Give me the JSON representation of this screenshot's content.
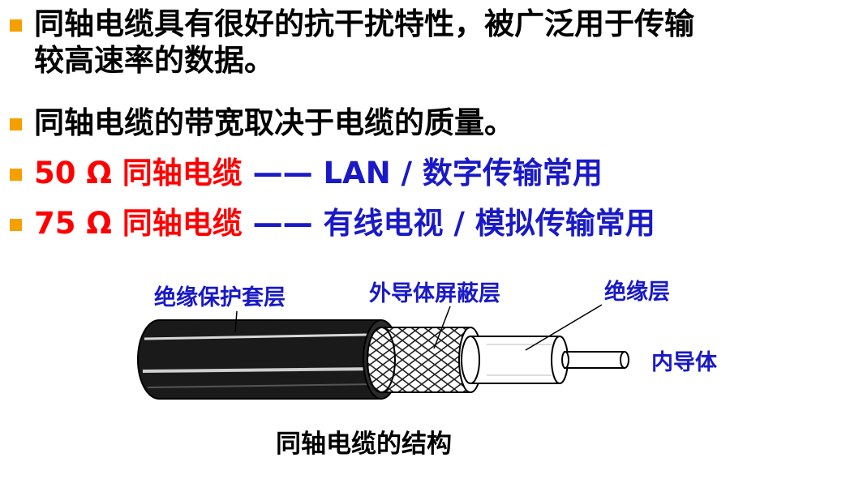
{
  "bullets": [
    {
      "line1": "同轴电缆具有很好的抗干扰特性，被广泛用于传输",
      "line2": "较高速率的数据。"
    },
    {
      "text": "同轴电缆的带宽取决于电缆的质量。"
    },
    {
      "red": "50 Ω 同轴电缆",
      "blue": " —— LAN / 数字传输常用"
    },
    {
      "red": "75 Ω 同轴电缆",
      "blue": " —— 有线电视 / 模拟传输常用"
    }
  ],
  "diagram": {
    "labels": {
      "jacket": "绝缘保护套层",
      "shield": "外导体屏蔽层",
      "insulation": "绝缘层",
      "inner": "内导体"
    },
    "caption": "同轴电缆的结构"
  },
  "colors": {
    "bullet": "#f5a000",
    "highlight_red": "#ff0000",
    "label_blue": "#1919c8"
  }
}
